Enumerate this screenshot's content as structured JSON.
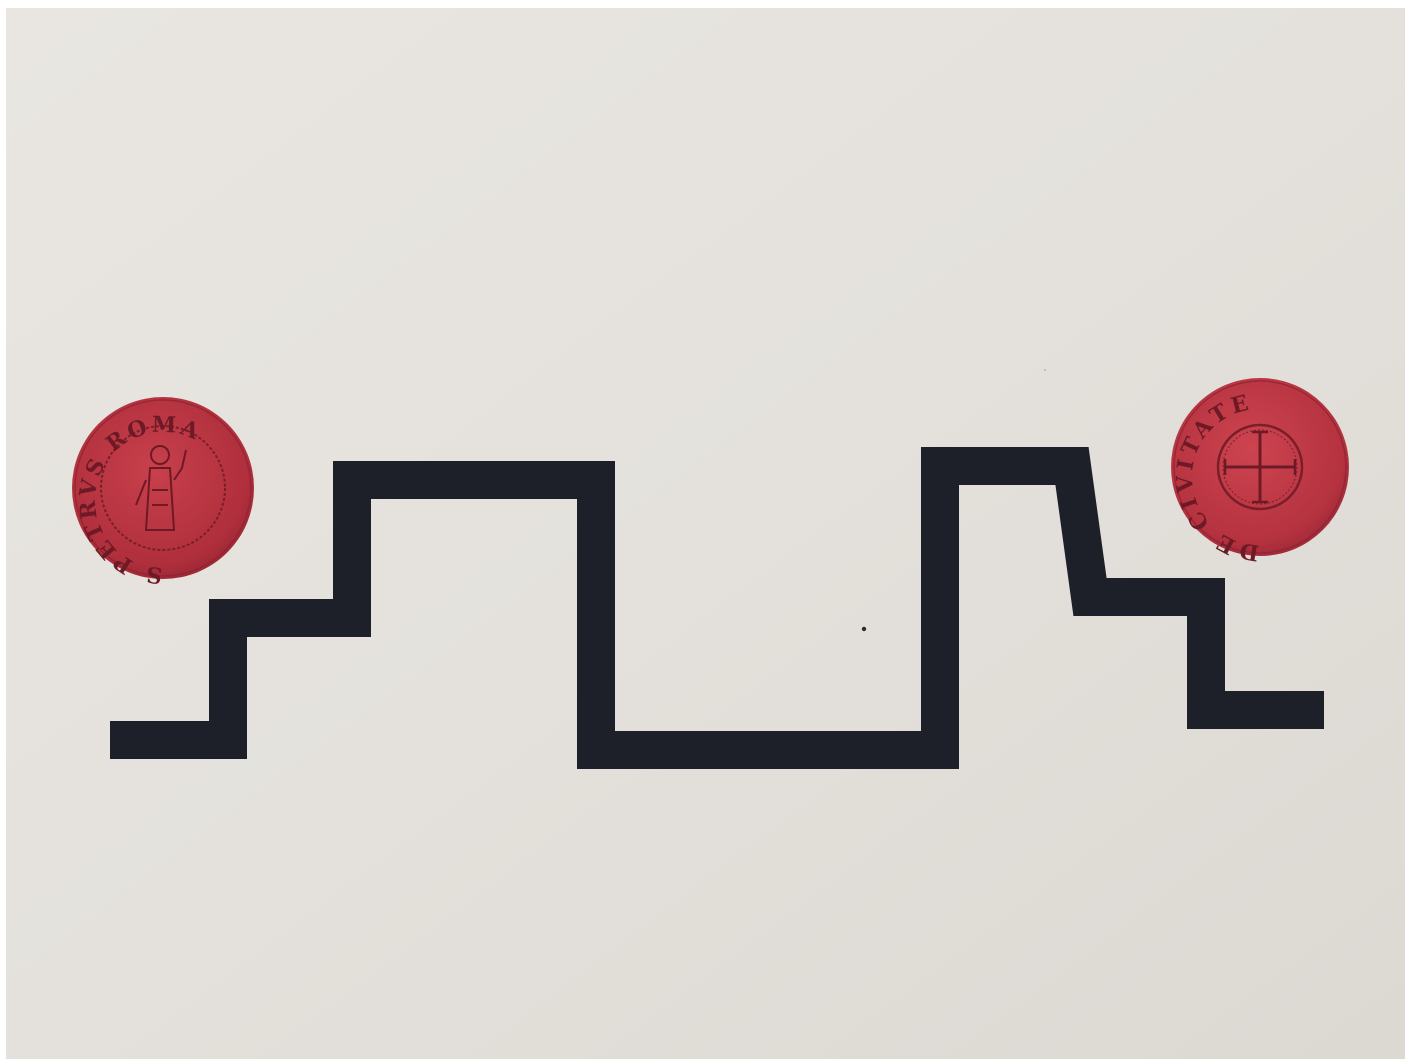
{
  "scene": {
    "description_colors": {
      "paper": "#e6e3de",
      "paper_shade": "#d9d5cf",
      "ink": "#1d1f27",
      "coin": "#b8323f",
      "coin_dark": "#7a1e2a"
    },
    "left_coin": {
      "legend_text": "S PETRVS ROMA",
      "motif": "standing saint figure"
    },
    "right_coin": {
      "legend_text": "DE CIVITATE",
      "motif": "cross"
    }
  }
}
